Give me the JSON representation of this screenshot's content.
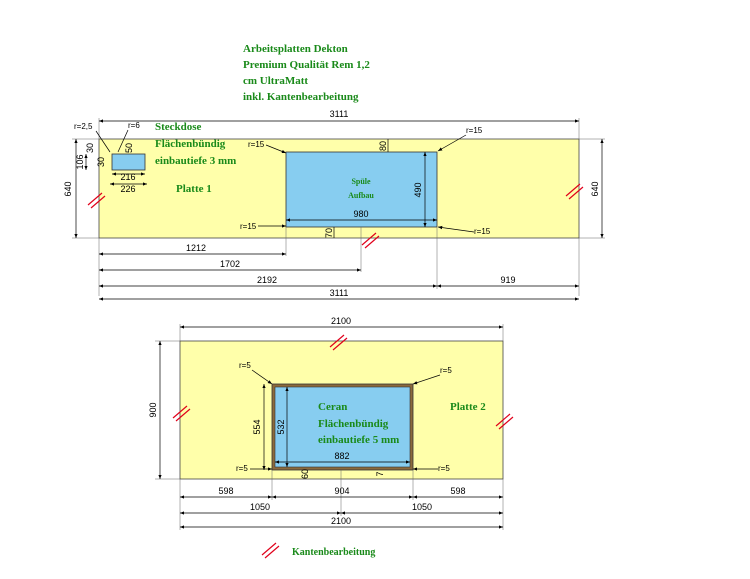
{
  "header": {
    "line1": "Arbeitsplatten Dekton",
    "line2": "Premium Qualität Rem 1,2",
    "line3": "cm UltraMatt",
    "line4": "inkl. Kantenbearbeitung"
  },
  "plate1": {
    "label": "Platte 1",
    "width": "3111",
    "height": "640",
    "socket": {
      "title": "Steckdose",
      "line2": "Flächenbündig",
      "line3": "einbautiefe 3 mm",
      "inner_w": "216",
      "outer_w": "226",
      "h": "106",
      "r_small": "r=2,5",
      "r_socket": "r=6",
      "off_top": "30",
      "off_v": "50",
      "off_left": "30"
    },
    "sink": {
      "line1": "Spüle",
      "line2": "Aufbau",
      "w": "980",
      "h": "490",
      "off_top": "80",
      "off_bottom": "70",
      "r": "r=15"
    },
    "dims": [
      "1212",
      "1702",
      "2192",
      "3111",
      "919"
    ]
  },
  "plate2": {
    "label": "Platte 2",
    "width": "2100",
    "height": "900",
    "cooktop": {
      "line1": "Ceran",
      "line2": "Flächenbündig",
      "line3": "einbautiefe 5 mm",
      "w": "882",
      "w_outer": "904",
      "h_outer": "554",
      "h_inner": "532",
      "off_b1": "60",
      "off_b2": "7",
      "r": "r=5"
    },
    "dims": [
      "598",
      "904",
      "598",
      "1050",
      "1050",
      "2100"
    ]
  },
  "legend": {
    "label": "Kantenbearbeitung"
  },
  "colors": {
    "plate": "#ffffaa",
    "cutout": "#87cdf0",
    "cooktop_frame": "#8b6a3c",
    "edge_mark": "#e0001a",
    "text_green": "#1a8a1a"
  }
}
